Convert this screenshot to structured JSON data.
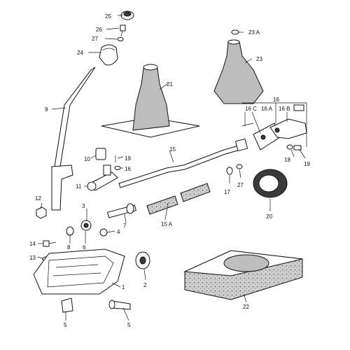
{
  "labels": {
    "l1": "1",
    "l2": "2",
    "l3": "3",
    "l4": "4",
    "l5a": "5",
    "l5b": "5",
    "l6": "6",
    "l7": "7",
    "l8": "8",
    "l9": "9",
    "l10": "10",
    "l11": "11",
    "l12": "12",
    "l13": "13",
    "l14": "14",
    "l15": "15",
    "l15a": "15 A",
    "l16": "16",
    "l16b": "16",
    "l16a": "16 A",
    "l16bb": "16 B",
    "l16c": "16 C",
    "l17": "17",
    "l18": "18",
    "l19a": "19",
    "l19b": "19",
    "l20": "20",
    "l21": "21",
    "l22": "22",
    "l23": "23",
    "l23a": "23 A",
    "l24": "24",
    "l25": "25",
    "l26": "26",
    "l27a": "27",
    "l27b": "27"
  }
}
